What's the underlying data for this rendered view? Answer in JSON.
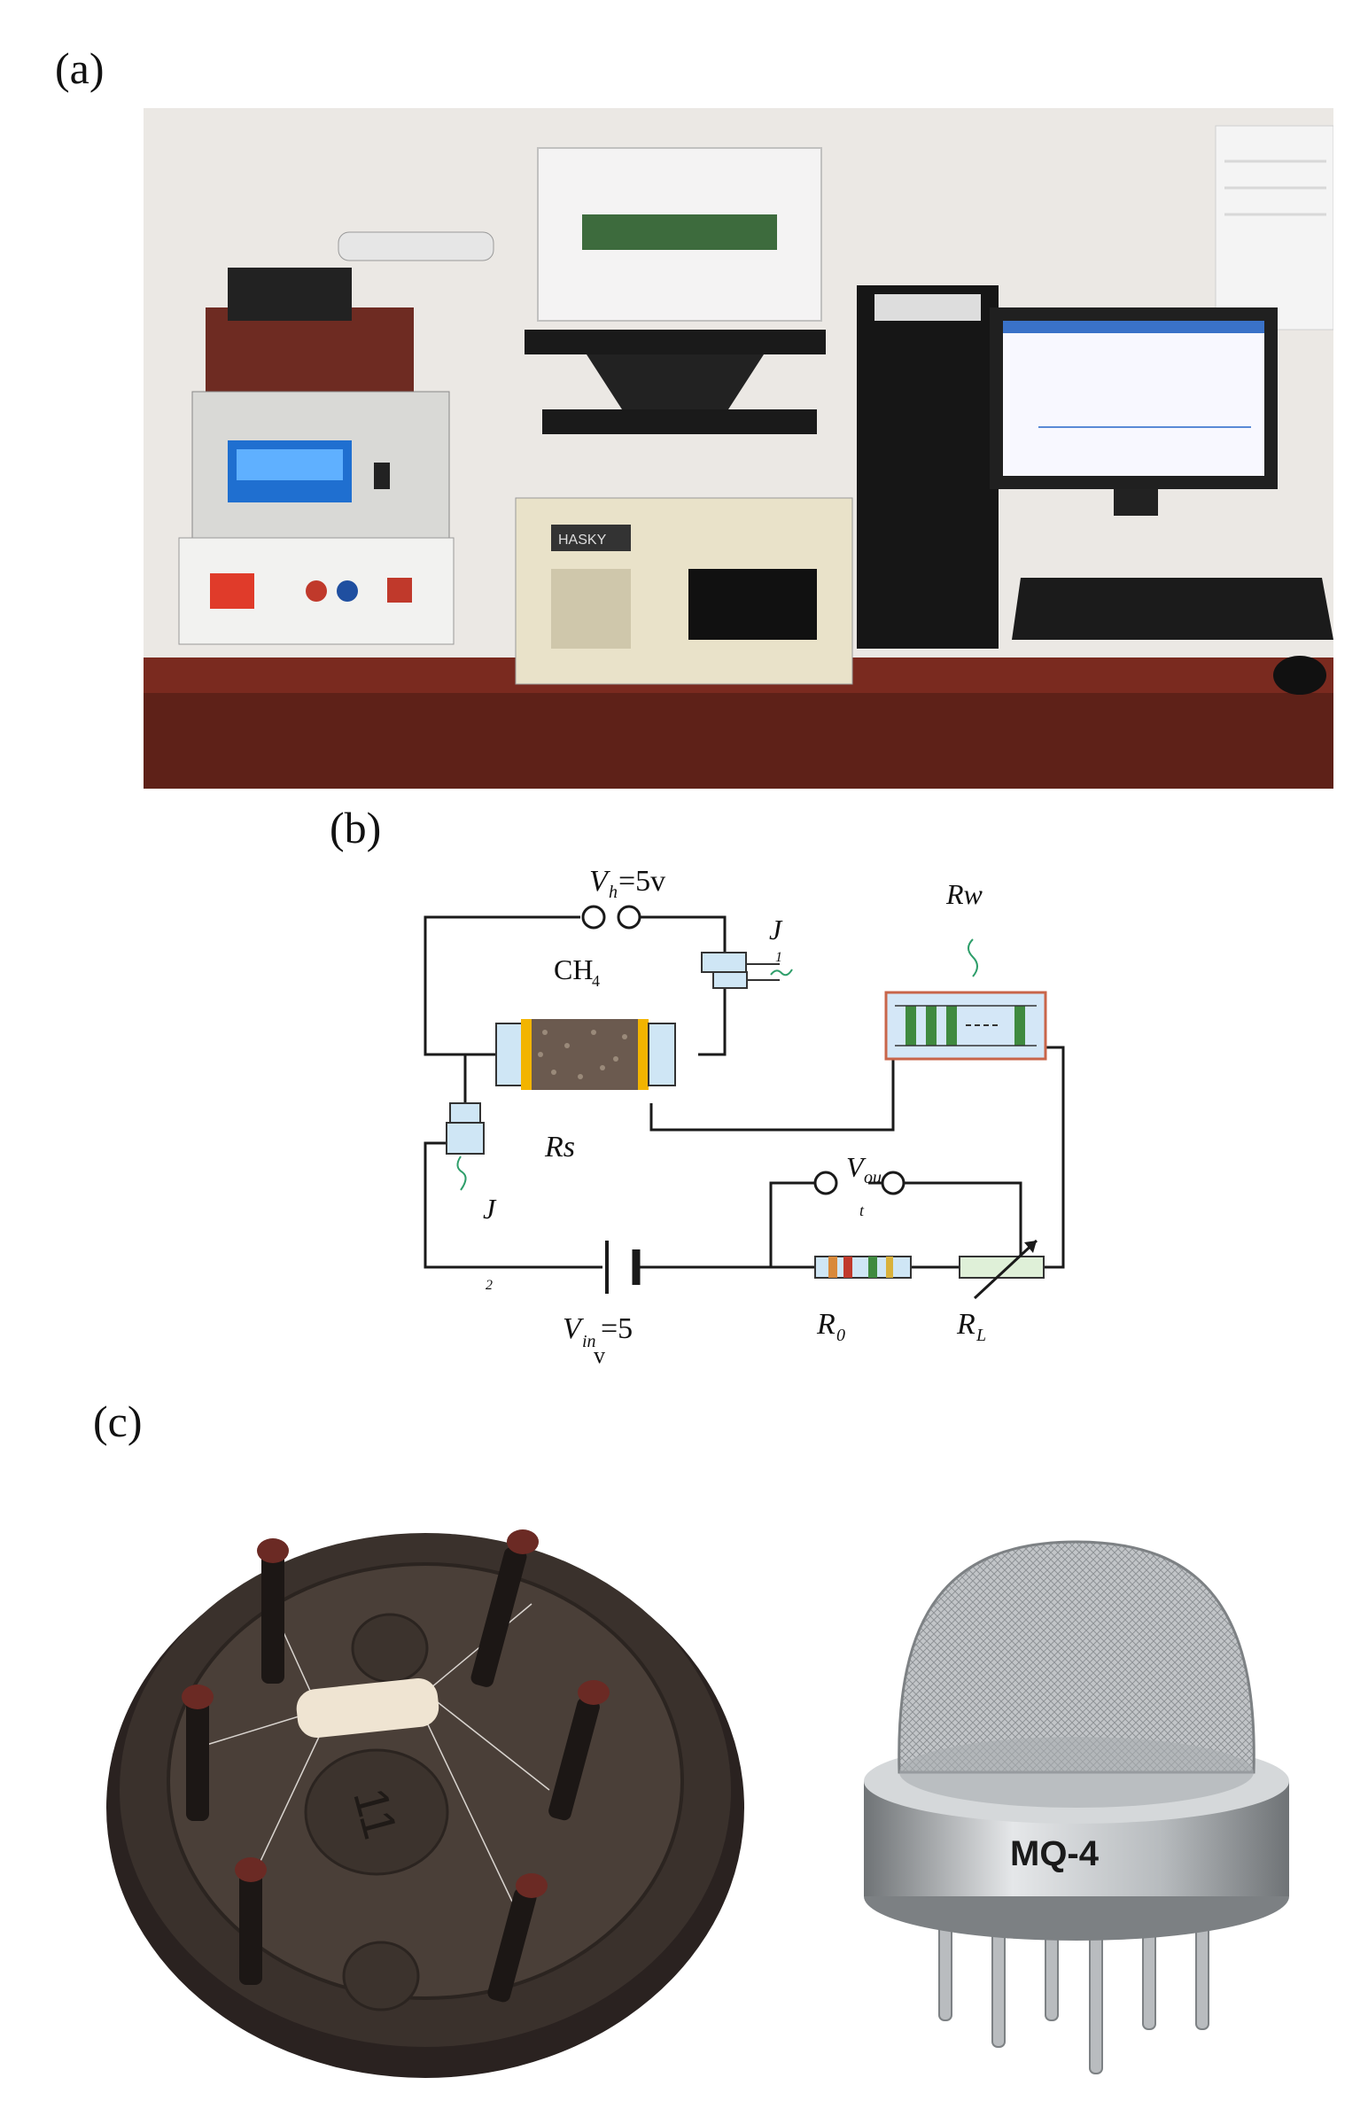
{
  "panels": {
    "a": "(a)",
    "b": "(b)",
    "c": "(c)"
  },
  "photo_a": {
    "equipment_label": "HASKY"
  },
  "circuit": {
    "vh_sym": "V",
    "vh_sub": "h",
    "vh_val": "=5v",
    "ch4": "CH",
    "ch4_sub": "4",
    "j1": "J",
    "j1_sub": "1",
    "rw": "Rw",
    "rs": "Rs",
    "vout_sym": "V",
    "vout_sub": "ou",
    "vout_sub2": "t",
    "j2": "J",
    "j2_sub": "2",
    "vin_sym": "V",
    "vin_sub": "in",
    "vin_val": "=5",
    "vin_unit": "v",
    "r0": "R",
    "r0_sub": "0",
    "rl": "R",
    "rl_sub": "L"
  },
  "photo_c": {
    "sensor_number": "11",
    "module_label": "MQ-4"
  },
  "colors": {
    "wire": "#1a1a1a",
    "heater_yellow": "#f2b400",
    "light_blue": "#cfe6f5",
    "resistor_green": "#3f8a3f",
    "rw_border": "#c8654a",
    "mesh": "#b9bcbf",
    "steel": "#a9adb0",
    "desk": "#7a2a1f"
  }
}
